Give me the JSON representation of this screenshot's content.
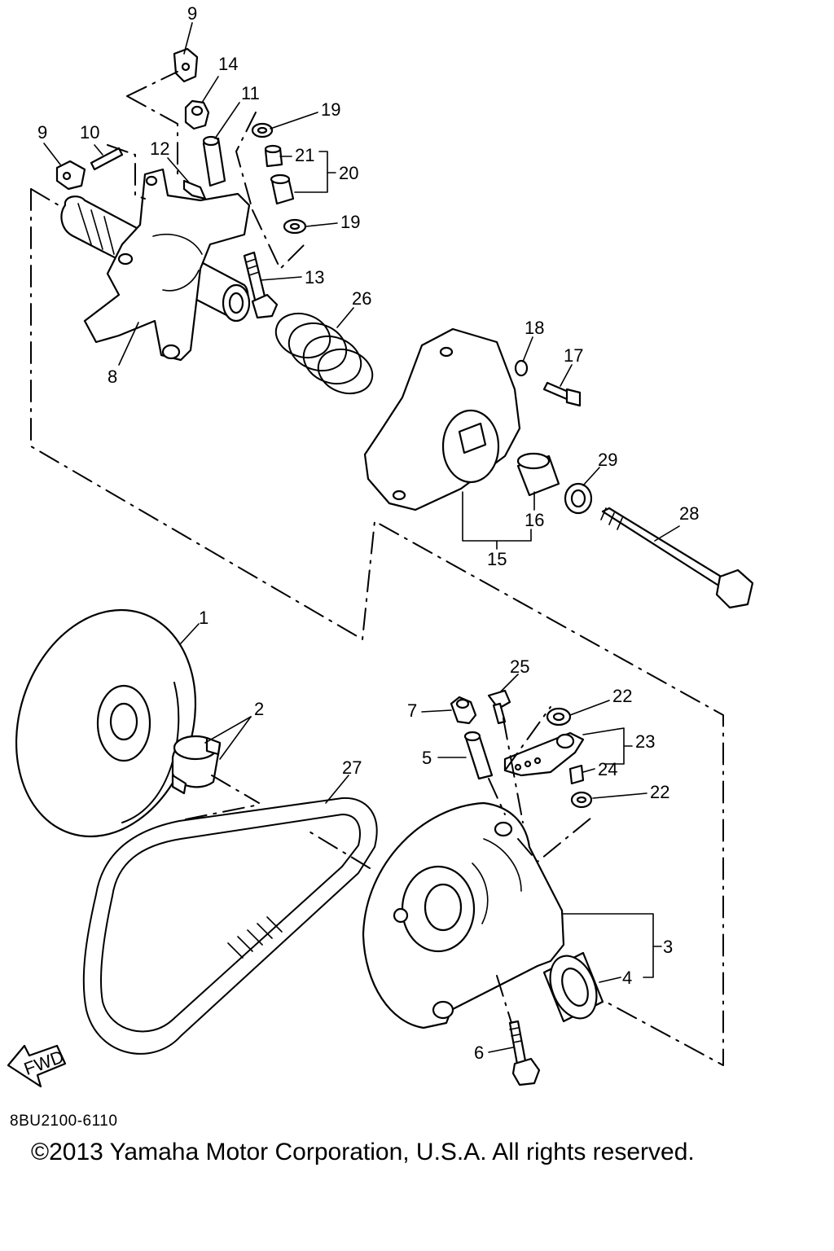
{
  "diagram": {
    "drawing_code": "8BU2100-6110",
    "copyright": "©2013 Yamaha Motor Corporation, U.S.A. All rights reserved.",
    "fwd_label": "FWD",
    "callouts": {
      "c1": "1",
      "c2": "2",
      "c3": "3",
      "c4": "4",
      "c5": "5",
      "c6": "6",
      "c7": "7",
      "c8": "8",
      "c9a": "9",
      "c9b": "9",
      "c10": "10",
      "c11": "11",
      "c12": "12",
      "c13": "13",
      "c14": "14",
      "c15": "15",
      "c16": "16",
      "c17": "17",
      "c18": "18",
      "c19a": "19",
      "c19b": "19",
      "c20": "20",
      "c21": "21",
      "c22a": "22",
      "c22b": "22",
      "c23": "23",
      "c24": "24",
      "c25": "25",
      "c26": "26",
      "c27": "27",
      "c28": "28",
      "c29": "29"
    }
  }
}
